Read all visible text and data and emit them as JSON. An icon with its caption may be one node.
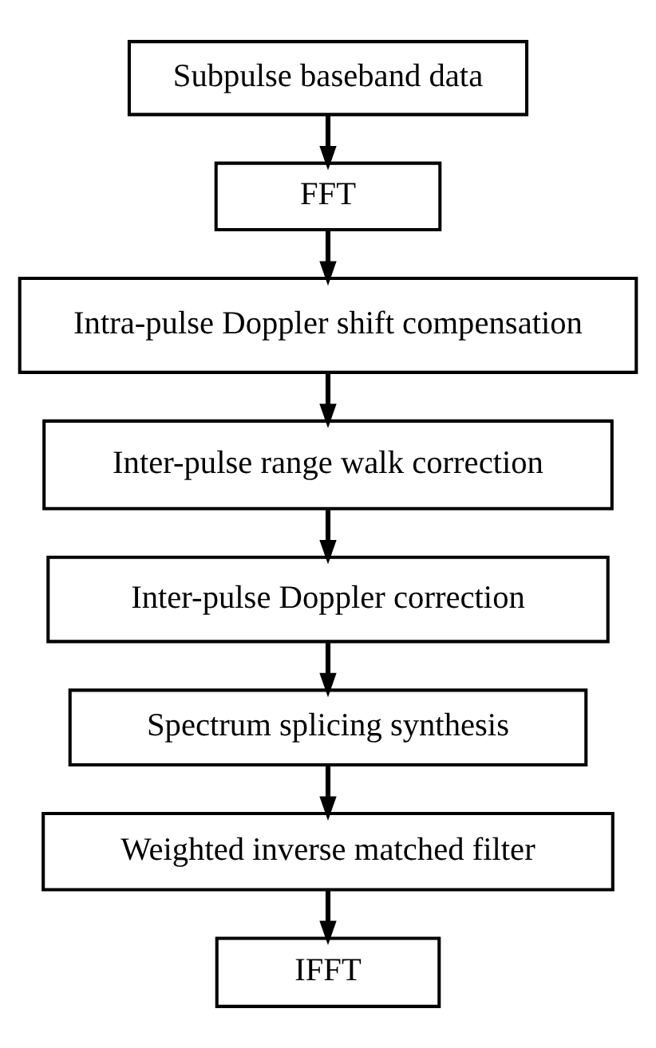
{
  "diagram": {
    "nodes": [
      {
        "text": [
          "Subpulse baseband data"
        ]
      },
      {
        "text": [
          "FFT"
        ]
      },
      {
        "text": [
          "Intra-pulse Doppler shift compensation"
        ]
      },
      {
        "text": [
          "Inter-pulse range walk correction"
        ]
      },
      {
        "text": [
          "Inter-pulse Doppler correction"
        ]
      },
      {
        "text": [
          "Spectrum splicing synthesis"
        ]
      },
      {
        "text": [
          "Weighted inverse matched filter"
        ]
      },
      {
        "text": [
          "IFFT"
        ]
      }
    ],
    "edges": [
      {
        "from": 0,
        "to": 1,
        "arrow": "to"
      },
      {
        "from": 1,
        "to": 2,
        "arrow": "to"
      },
      {
        "from": 2,
        "to": 3,
        "arrow": "to"
      },
      {
        "from": 3,
        "to": 4,
        "arrow": "to"
      },
      {
        "from": 4,
        "to": 5,
        "arrow": "to"
      },
      {
        "from": 5,
        "to": 6,
        "arrow": "to"
      },
      {
        "from": 6,
        "to": 7,
        "arrow": "to"
      }
    ]
  }
}
